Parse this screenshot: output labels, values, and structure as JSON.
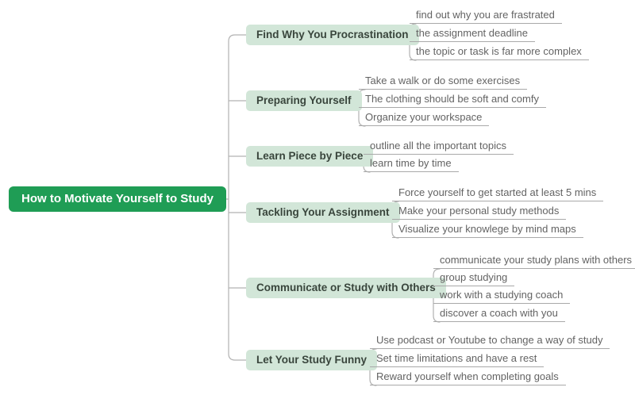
{
  "root": {
    "label": "How to Motivate Yourself to Study"
  },
  "branches": [
    {
      "label": "Find Why You Procrastination",
      "children": [
        "find out why you are frastrated",
        "the assignment deadline",
        "the topic or task is far more complex"
      ]
    },
    {
      "label": "Preparing Yourself",
      "children": [
        "Take a walk or do some exercises",
        "The clothing should be soft and comfy",
        "Organize your workspace"
      ]
    },
    {
      "label": "Learn Piece by Piece",
      "children": [
        "outline all the important topics",
        "learn time by time"
      ]
    },
    {
      "label": "Tackling Your Assignment",
      "children": [
        "Force yourself to get started at least 5 mins",
        "Make your personal study methods",
        "Visualize your knowlege by mind maps"
      ]
    },
    {
      "label": "Communicate or Study with Others",
      "children": [
        "communicate your study plans with others",
        "group studying",
        "work with a studying coach",
        "discover a coach with you"
      ]
    },
    {
      "label": "Let Your Study Funny",
      "children": [
        "Use podcast or Youtube to change a way of study",
        "Set time limitations and have a rest",
        "Reward yourself when completing goals"
      ]
    }
  ],
  "colors": {
    "root_bg": "#1f9d55",
    "root_text": "#ffffff",
    "branch_bg": "#d2e6d8",
    "branch_text": "#39453c",
    "leaf_text": "#636363",
    "connector": "#b2b2b2"
  }
}
